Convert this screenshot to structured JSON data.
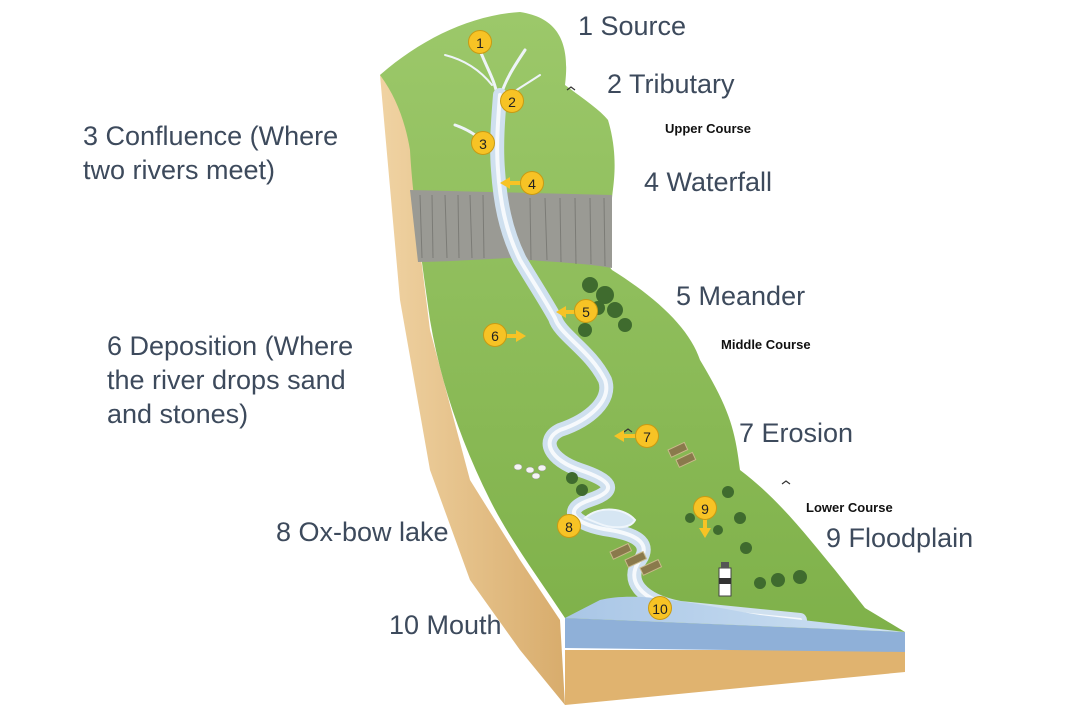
{
  "labels": {
    "source": "1 Source",
    "tributary": "2 Tributary",
    "confluence_1": "3 Confluence (Where",
    "confluence_2": "two rivers meet)",
    "waterfall": "4 Waterfall",
    "meander": "5 Meander",
    "deposition_1": "6 Deposition (Where",
    "deposition_2": "the river drops sand",
    "deposition_3": "and stones)",
    "erosion": "7 Erosion",
    "oxbow": "8 Ox-bow lake",
    "floodplain": "9 Floodplain",
    "mouth": "10 Mouth"
  },
  "courses": {
    "upper": "Upper Course",
    "middle": "Middle Course",
    "lower": "Lower Course"
  },
  "markers": [
    "1",
    "2",
    "3",
    "4",
    "5",
    "6",
    "7",
    "8",
    "9",
    "10"
  ],
  "colors": {
    "label_text": "#3d4a5c",
    "marker_fill": "#f7c325",
    "grass": "#8fbf55",
    "water": "#c9dff0",
    "cliff": "#9a9a94",
    "soil": "#e0b980"
  }
}
